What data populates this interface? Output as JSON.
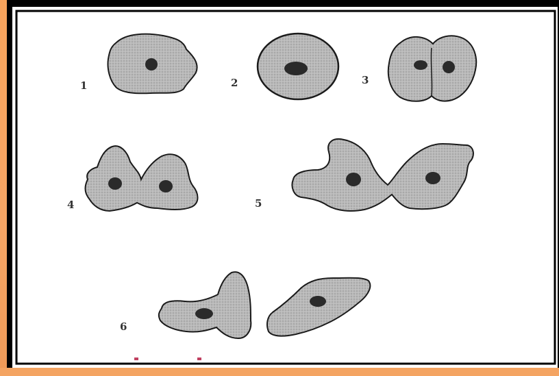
{
  "title": "",
  "stages": [
    {
      "label": "1"
    },
    {
      "label": "2"
    },
    {
      "label": "3"
    },
    {
      "label": "4"
    },
    {
      "label": "5"
    },
    {
      "label": "6"
    }
  ],
  "colors": {
    "background": "#000000",
    "panel": "#ffffff",
    "border_accent": "#f4a462",
    "cytoplasm": "#b8b8b8",
    "outline": "#1a1a1a",
    "nucleus": "#2a2a2a"
  }
}
